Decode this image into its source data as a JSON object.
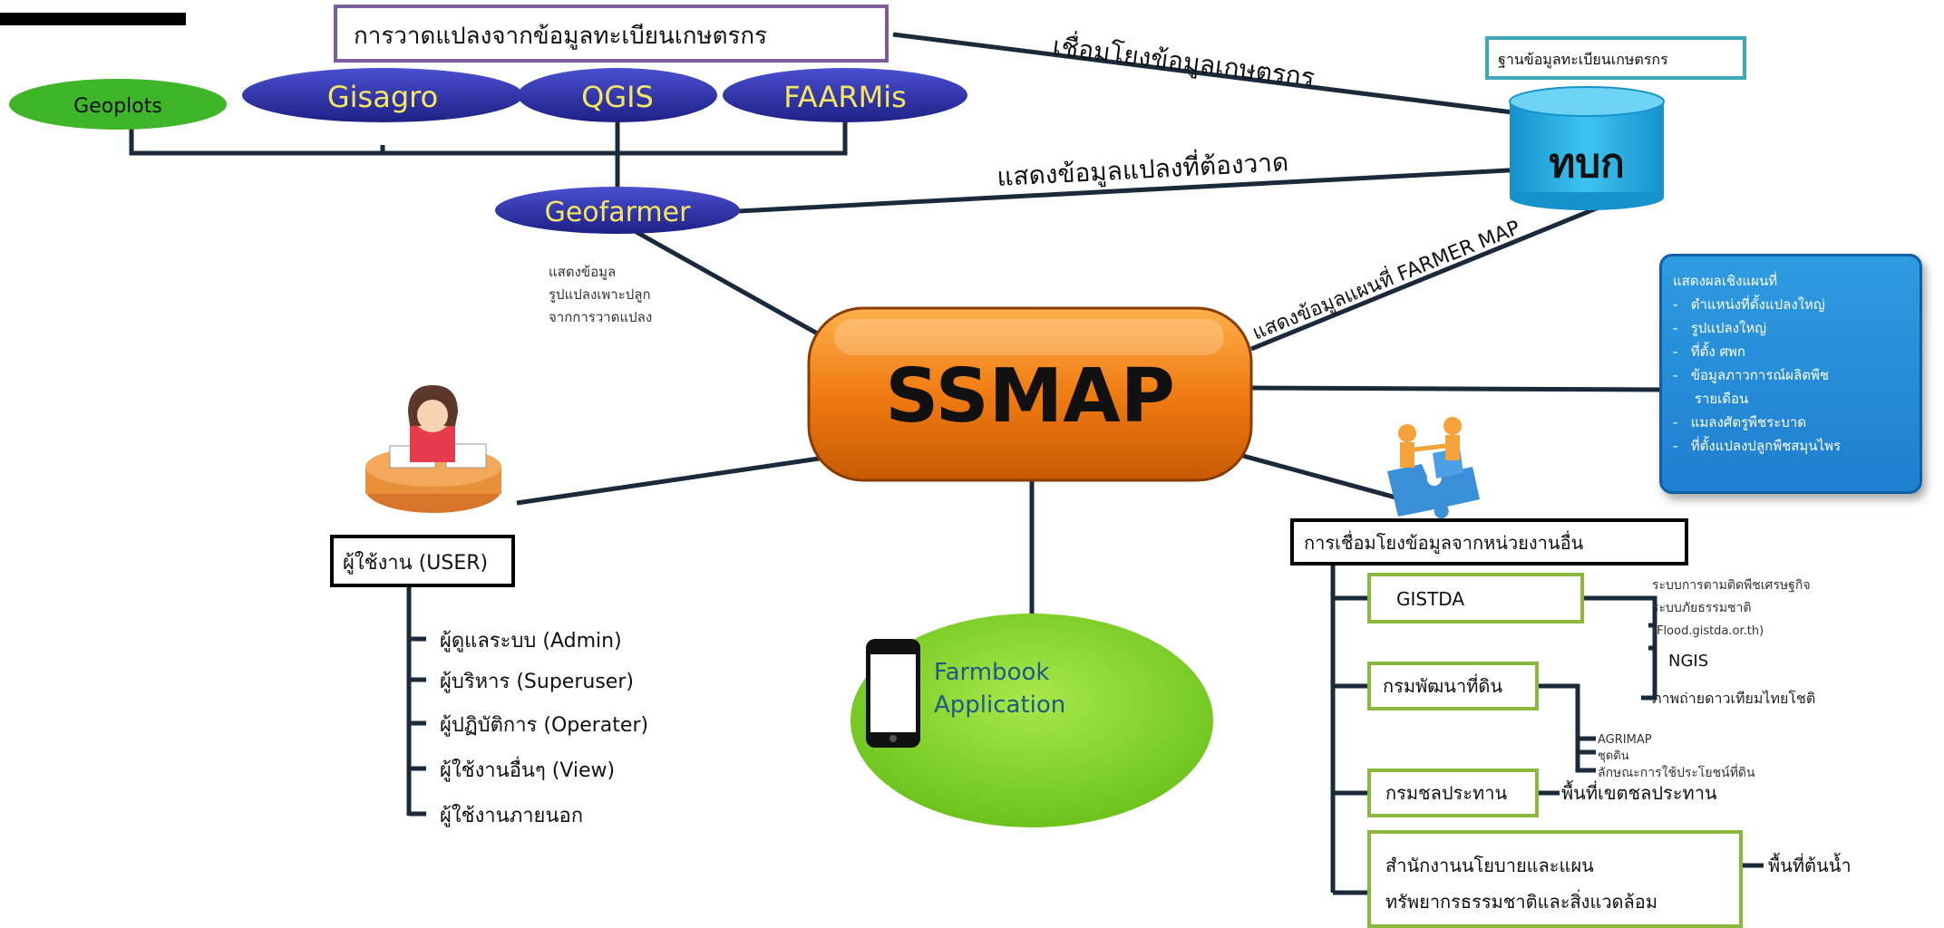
{
  "header_box": "การวาดแปลงจากข้อมูลทะเบียนเกษตรกร",
  "apps": {
    "geoplots": "Geoplots",
    "gisagro": "Gisagro",
    "qgis": "QGIS",
    "faarmis": "FAARMis",
    "geofarmer": "Geofarmer"
  },
  "center": "SSMAP",
  "database": {
    "title": "ฐานข้อมูลทะเบียนเกษตรกร",
    "label": "ทบก"
  },
  "edges": {
    "link_farmer_data": "เชื่อมโยงข้อมูลเกษตรกร",
    "show_plots_to_draw": "แสดงข้อมูลแปลงที่ต้องวาด",
    "farmer_map": "แสดงข้อมูลแผนที่  FARMER MAP",
    "geofarmer_note": [
      "แสดงข้อมูล",
      "รูปแปลงเพาะปลูก",
      "จากการวาดแปลง"
    ]
  },
  "map_results": {
    "title": "แสดงผลเชิงแผนที่",
    "items": [
      "ตำแหน่งที่ตั้งแปลงใหญ่",
      "รูปแปลงใหญ่",
      "ที่ตั้ง ศพก",
      "ข้อมูลภาวการณ์ผลิตพืช",
      "รายเดือน",
      "แมลงศัตรูพืชระบาด",
      "ที่ตั้งแปลงปลูกพืชสมุนไพร"
    ],
    "bullet": "-"
  },
  "users": {
    "title": "ผู้ใช้งาน (USER)",
    "items": [
      "ผู้ดูแลระบบ (Admin)",
      "ผู้บริหาร (Superuser)",
      "ผู้ปฏิบัติการ (Operater)",
      "ผู้ใช้งานอื่นๆ (View)",
      "ผู้ใช้งานภายนอก"
    ]
  },
  "farmbook": [
    "Farmbook",
    "Application"
  ],
  "external": {
    "title": "การเชื่อมโยงข้อมูลจากหน่วยงานอื่น",
    "gistda": "GISTDA",
    "gistda_items": [
      "ระบบการตามติดพืชเศรษฐกิจ",
      "ระบบภัยธรรมชาติ",
      "(Flood.gistda.or.th)",
      "NGIS",
      "ภาพถ่ายดาวเทียมไทยโชติ"
    ],
    "ldd": "กรมพัฒนาที่ดิน",
    "ldd_items": [
      "AGRIMAP",
      "ชุดดิน",
      "ลักษณะการใช้ประโยชน์ที่ดิน"
    ],
    "rid": "กรมชลประทาน",
    "rid_item": "พื้นที่เขตชลประทาน",
    "onep": [
      "สำนักงานนโยบายและแผน",
      "ทรัพยากรธรรมชาติและสิ่งแวดล้อม"
    ],
    "onep_item": "พื้นที่ต้นน้ำ"
  },
  "colors": {
    "navy_ellipse": "#2c2fa6",
    "yellow_text": "#f5e663",
    "green_ellipse": "#3fb52a",
    "center_orange": "#f07b12",
    "db_cyan": "#1ba7dc",
    "farmbook_green": "#7ed321",
    "box_purple": "#7d5c9c",
    "box_teal": "#3fa7b5",
    "box_green": "#8ab83c"
  }
}
